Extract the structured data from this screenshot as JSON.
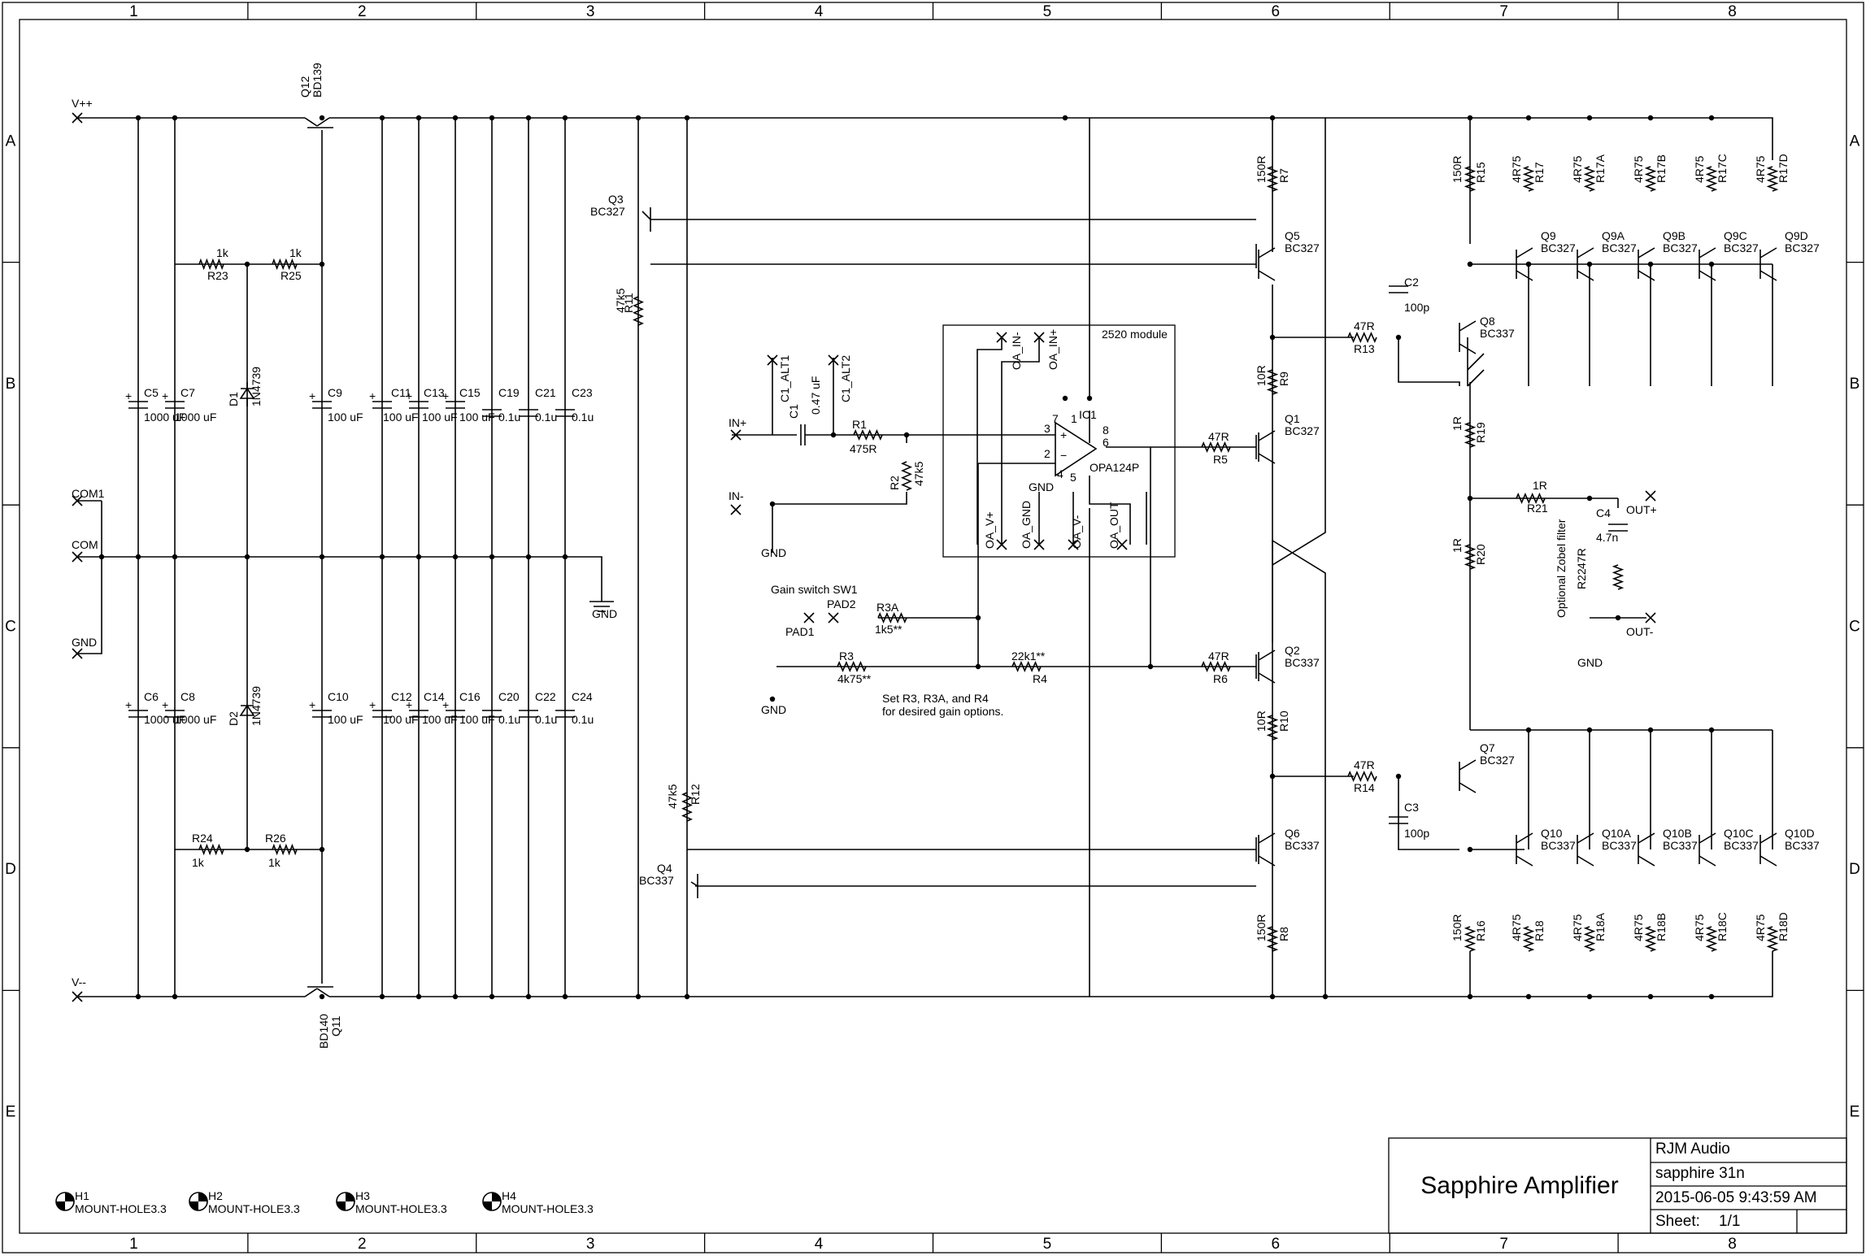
{
  "frame": {
    "columns": [
      "1",
      "2",
      "3",
      "4",
      "5",
      "6",
      "7",
      "8"
    ],
    "rows": [
      "A",
      "B",
      "C",
      "D",
      "E"
    ]
  },
  "title_block": {
    "title": "Sapphire Amplifier",
    "company": "RJM Audio",
    "file": "sapphire 31n",
    "date": "2015-06-05 9:43:59 AM",
    "sheet_label": "Sheet:",
    "sheet_value": "1/1"
  },
  "module": {
    "label": "2520 module"
  },
  "notes": {
    "gain_switch": "Gain switch SW1",
    "set_gain_1": "Set R3, R3A, and R4",
    "set_gain_2": "for desired gain options.",
    "zobel": "Optional Zobel filter"
  },
  "labels": [
    {
      "id": "vpp",
      "text": "V++"
    },
    {
      "id": "vmm",
      "text": "V--"
    },
    {
      "id": "com1",
      "text": "COM1"
    },
    {
      "id": "com",
      "text": "COM"
    },
    {
      "id": "gndin",
      "text": "GND"
    },
    {
      "id": "gnd1",
      "text": "GND"
    },
    {
      "id": "gnd2",
      "text": "GND"
    },
    {
      "id": "gnd3",
      "text": "GND"
    },
    {
      "id": "gnd4",
      "text": "GND"
    },
    {
      "id": "gnd5",
      "text": "GND"
    },
    {
      "id": "q12",
      "text": "Q12"
    },
    {
      "id": "q12v",
      "text": "BD139"
    },
    {
      "id": "q11",
      "text": "Q11"
    },
    {
      "id": "q11v",
      "text": "BD140"
    },
    {
      "id": "r23",
      "text": "R23"
    },
    {
      "id": "r23v",
      "text": "1k"
    },
    {
      "id": "r25",
      "text": "R25"
    },
    {
      "id": "r25v",
      "text": "1k"
    },
    {
      "id": "r24",
      "text": "R24"
    },
    {
      "id": "r24v",
      "text": "1k"
    },
    {
      "id": "r26",
      "text": "R26"
    },
    {
      "id": "r26v",
      "text": "1k"
    },
    {
      "id": "d1",
      "text": "D1"
    },
    {
      "id": "d1v",
      "text": "1N4739"
    },
    {
      "id": "d2",
      "text": "D2"
    },
    {
      "id": "d2v",
      "text": "1N4739"
    },
    {
      "id": "c5",
      "text": "C5"
    },
    {
      "id": "c5v",
      "text": "1000 uF"
    },
    {
      "id": "c7",
      "text": "C7"
    },
    {
      "id": "c7v",
      "text": "1000 uF"
    },
    {
      "id": "c6",
      "text": "C6"
    },
    {
      "id": "c6v",
      "text": "1000 uF"
    },
    {
      "id": "c8",
      "text": "C8"
    },
    {
      "id": "c8v",
      "text": "1000 uF"
    },
    {
      "id": "c9",
      "text": "C9"
    },
    {
      "id": "c9v",
      "text": "100 uF"
    },
    {
      "id": "c10",
      "text": "C10"
    },
    {
      "id": "c10v",
      "text": "100 uF"
    },
    {
      "id": "c11",
      "text": "C11"
    },
    {
      "id": "c11v",
      "text": "100 uF"
    },
    {
      "id": "c13",
      "text": "C13"
    },
    {
      "id": "c13v",
      "text": "100 uF"
    },
    {
      "id": "c15",
      "text": "C15"
    },
    {
      "id": "c15v",
      "text": "100 uF"
    },
    {
      "id": "c12",
      "text": "C12"
    },
    {
      "id": "c12v",
      "text": "100 uF"
    },
    {
      "id": "c14",
      "text": "C14"
    },
    {
      "id": "c14v",
      "text": "100 uF"
    },
    {
      "id": "c16",
      "text": "C16"
    },
    {
      "id": "c16v",
      "text": "100 uF"
    },
    {
      "id": "c19",
      "text": "C19"
    },
    {
      "id": "c19v",
      "text": "0.1u"
    },
    {
      "id": "c21",
      "text": "C21"
    },
    {
      "id": "c21v",
      "text": "0.1u"
    },
    {
      "id": "c23",
      "text": "C23"
    },
    {
      "id": "c23v",
      "text": "0.1u"
    },
    {
      "id": "c20",
      "text": "C20"
    },
    {
      "id": "c20v",
      "text": "0.1u"
    },
    {
      "id": "c22",
      "text": "C22"
    },
    {
      "id": "c22v",
      "text": "0.1u"
    },
    {
      "id": "c24",
      "text": "C24"
    },
    {
      "id": "c24v",
      "text": "0.1u"
    },
    {
      "id": "q3",
      "text": "Q3"
    },
    {
      "id": "q3v",
      "text": "BC327"
    },
    {
      "id": "q4",
      "text": "Q4"
    },
    {
      "id": "q4v",
      "text": "BC337"
    },
    {
      "id": "r11",
      "text": "R11"
    },
    {
      "id": "r11v",
      "text": "47k5"
    },
    {
      "id": "r12",
      "text": "R12"
    },
    {
      "id": "r12v",
      "text": "47k5"
    },
    {
      "id": "inp",
      "text": "IN+"
    },
    {
      "id": "inm",
      "text": "IN-"
    },
    {
      "id": "c1",
      "text": "C1"
    },
    {
      "id": "c1v",
      "text": "0.47 uF"
    },
    {
      "id": "c1alt1",
      "text": "C1_ALT1"
    },
    {
      "id": "c1alt2",
      "text": "C1_ALT2"
    },
    {
      "id": "r1",
      "text": "R1"
    },
    {
      "id": "r1v",
      "text": "475R"
    },
    {
      "id": "r2",
      "text": "R2"
    },
    {
      "id": "r2v",
      "text": "47k5"
    },
    {
      "id": "ic1",
      "text": "IC1"
    },
    {
      "id": "ic1v",
      "text": "OPA124P"
    },
    {
      "id": "oain-",
      "text": "OA_IN-"
    },
    {
      "id": "oain+",
      "text": "OA_IN+"
    },
    {
      "id": "oavp",
      "text": "OA_V+"
    },
    {
      "id": "oagnd",
      "text": "OA_GND"
    },
    {
      "id": "oavm",
      "text": "OA_V-"
    },
    {
      "id": "oaout",
      "text": "OA_OUT"
    },
    {
      "id": "p7",
      "text": "7"
    },
    {
      "id": "p1",
      "text": "1"
    },
    {
      "id": "p8",
      "text": "8"
    },
    {
      "id": "p3",
      "text": "3"
    },
    {
      "id": "p2",
      "text": "2"
    },
    {
      "id": "p6",
      "text": "6"
    },
    {
      "id": "p4",
      "text": "4"
    },
    {
      "id": "p5",
      "text": "5"
    },
    {
      "id": "pad1",
      "text": "PAD1"
    },
    {
      "id": "pad2",
      "text": "PAD2"
    },
    {
      "id": "r3a",
      "text": "R3A"
    },
    {
      "id": "r3av",
      "text": "1k5**"
    },
    {
      "id": "r3",
      "text": "R3"
    },
    {
      "id": "r3v",
      "text": "4k75**"
    },
    {
      "id": "r4",
      "text": "R4"
    },
    {
      "id": "r4v",
      "text": "22k1**"
    },
    {
      "id": "r5",
      "text": "R5"
    },
    {
      "id": "r5v",
      "text": "47R"
    },
    {
      "id": "r6",
      "text": "R6"
    },
    {
      "id": "r6v",
      "text": "47R"
    },
    {
      "id": "r7",
      "text": "R7"
    },
    {
      "id": "r7v",
      "text": "150R"
    },
    {
      "id": "r8",
      "text": "R8"
    },
    {
      "id": "r8v",
      "text": "150R"
    },
    {
      "id": "r9",
      "text": "R9"
    },
    {
      "id": "r9v",
      "text": "10R"
    },
    {
      "id": "r10",
      "text": "R10"
    },
    {
      "id": "r10v",
      "text": "10R"
    },
    {
      "id": "q5",
      "text": "Q5"
    },
    {
      "id": "q5v",
      "text": "BC327"
    },
    {
      "id": "q1",
      "text": "Q1"
    },
    {
      "id": "q1v",
      "text": "BC327"
    },
    {
      "id": "q2",
      "text": "Q2"
    },
    {
      "id": "q2v",
      "text": "BC337"
    },
    {
      "id": "q6",
      "text": "Q6"
    },
    {
      "id": "q6v",
      "text": "BC337"
    },
    {
      "id": "r13",
      "text": "R13"
    },
    {
      "id": "r13v",
      "text": "47R"
    },
    {
      "id": "r14",
      "text": "R14"
    },
    {
      "id": "r14v",
      "text": "47R"
    },
    {
      "id": "c2",
      "text": "C2"
    },
    {
      "id": "c2v",
      "text": "100p"
    },
    {
      "id": "c3",
      "text": "C3"
    },
    {
      "id": "c3v",
      "text": "100p"
    },
    {
      "id": "q8",
      "text": "Q8"
    },
    {
      "id": "q8v",
      "text": "BC337"
    },
    {
      "id": "q7",
      "text": "Q7"
    },
    {
      "id": "q7v",
      "text": "BC327"
    },
    {
      "id": "r15",
      "text": "R15"
    },
    {
      "id": "r15v",
      "text": "150R"
    },
    {
      "id": "r16",
      "text": "R16"
    },
    {
      "id": "r16v",
      "text": "150R"
    },
    {
      "id": "r17",
      "text": "R17"
    },
    {
      "id": "r17v",
      "text": "4R75"
    },
    {
      "id": "r17a",
      "text": "R17A"
    },
    {
      "id": "r17av",
      "text": "4R75"
    },
    {
      "id": "r17b",
      "text": "R17B"
    },
    {
      "id": "r17bv",
      "text": "4R75"
    },
    {
      "id": "r17c",
      "text": "R17C"
    },
    {
      "id": "r17cv",
      "text": "4R75"
    },
    {
      "id": "r17d",
      "text": "R17D"
    },
    {
      "id": "r17dv",
      "text": "4R75"
    },
    {
      "id": "r18",
      "text": "R18"
    },
    {
      "id": "r18v",
      "text": "4R75"
    },
    {
      "id": "r18a",
      "text": "R18A"
    },
    {
      "id": "r18av",
      "text": "4R75"
    },
    {
      "id": "r18b",
      "text": "R18B"
    },
    {
      "id": "r18bv",
      "text": "4R75"
    },
    {
      "id": "r18c",
      "text": "R18C"
    },
    {
      "id": "r18cv",
      "text": "4R75"
    },
    {
      "id": "r18d",
      "text": "R18D"
    },
    {
      "id": "r18dv",
      "text": "4R75"
    },
    {
      "id": "q9",
      "text": "Q9"
    },
    {
      "id": "q9v",
      "text": "BC327"
    },
    {
      "id": "q9a",
      "text": "Q9A"
    },
    {
      "id": "q9av",
      "text": "BC327"
    },
    {
      "id": "q9b",
      "text": "Q9B"
    },
    {
      "id": "q9bv",
      "text": "BC327"
    },
    {
      "id": "q9c",
      "text": "Q9C"
    },
    {
      "id": "q9cv",
      "text": "BC327"
    },
    {
      "id": "q9d",
      "text": "Q9D"
    },
    {
      "id": "q9dv",
      "text": "BC327"
    },
    {
      "id": "q10",
      "text": "Q10"
    },
    {
      "id": "q10v",
      "text": "BC337"
    },
    {
      "id": "q10a",
      "text": "Q10A"
    },
    {
      "id": "q10av",
      "text": "BC337"
    },
    {
      "id": "q10b",
      "text": "Q10B"
    },
    {
      "id": "q10bv",
      "text": "BC337"
    },
    {
      "id": "q10c",
      "text": "Q10C"
    },
    {
      "id": "q10cv",
      "text": "BC337"
    },
    {
      "id": "q10d",
      "text": "Q10D"
    },
    {
      "id": "q10dv",
      "text": "BC337"
    },
    {
      "id": "r19",
      "text": "R19"
    },
    {
      "id": "r19v",
      "text": "1R"
    },
    {
      "id": "r20",
      "text": "R20"
    },
    {
      "id": "r20v",
      "text": "1R"
    },
    {
      "id": "r21",
      "text": "R21"
    },
    {
      "id": "r21v",
      "text": "1R"
    },
    {
      "id": "r22",
      "text": "R22"
    },
    {
      "id": "r22v",
      "text": "47R"
    },
    {
      "id": "c4",
      "text": "C4"
    },
    {
      "id": "c4v",
      "text": "4.7n"
    },
    {
      "id": "outp",
      "text": "OUT+"
    },
    {
      "id": "outm",
      "text": "OUT-"
    },
    {
      "id": "h1",
      "text": "H1"
    },
    {
      "id": "h1v",
      "text": "MOUNT-HOLE3.3"
    },
    {
      "id": "h2",
      "text": "H2"
    },
    {
      "id": "h2v",
      "text": "MOUNT-HOLE3.3"
    },
    {
      "id": "h3",
      "text": "H3"
    },
    {
      "id": "h3v",
      "text": "MOUNT-HOLE3.3"
    },
    {
      "id": "h4",
      "text": "H4"
    },
    {
      "id": "h4v",
      "text": "MOUNT-HOLE3.3"
    }
  ]
}
